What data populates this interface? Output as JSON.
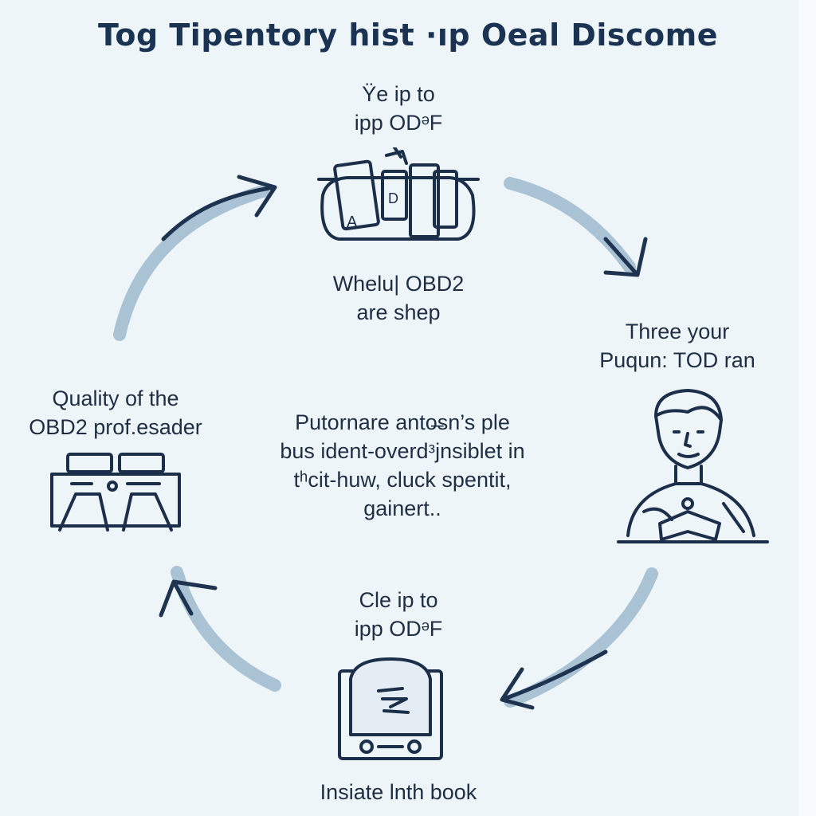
{
  "title": "Tog Tipentory hist ·ıp Oeal Discome",
  "nodes": {
    "top": {
      "caption": [
        "Ϋe ip to",
        "ipp ODᵊF"
      ],
      "icon": "toolbox-tablets-icon",
      "sublabel": [
        "Whelu| OBD2",
        "are shep"
      ]
    },
    "right": {
      "caption": [
        "Three your",
        "Puqun: TOD ran"
      ],
      "icon": "person-reading-icon"
    },
    "bottom": {
      "caption": [
        "Cle ip to",
        "ipp ODᵊF"
      ],
      "icon": "scanner-device-icon",
      "sublabel": [
        "Insiate lnth book"
      ]
    },
    "left": {
      "caption": [
        "Quality of the",
        "OBD2 prof.esader"
      ],
      "icon": "car-dashboard-icon"
    }
  },
  "center_text": [
    "Putornare anto̶sn’s ple",
    "bus ident-overdᵌjnsiblet in",
    "tʰcit-huw, cluck spentit,",
    "gainert.."
  ],
  "colors": {
    "ink": "#1c2f4a",
    "arrow_pale": "#a9c2d4",
    "arrow_dark": "#1e3350",
    "background": "#eef5f8"
  }
}
